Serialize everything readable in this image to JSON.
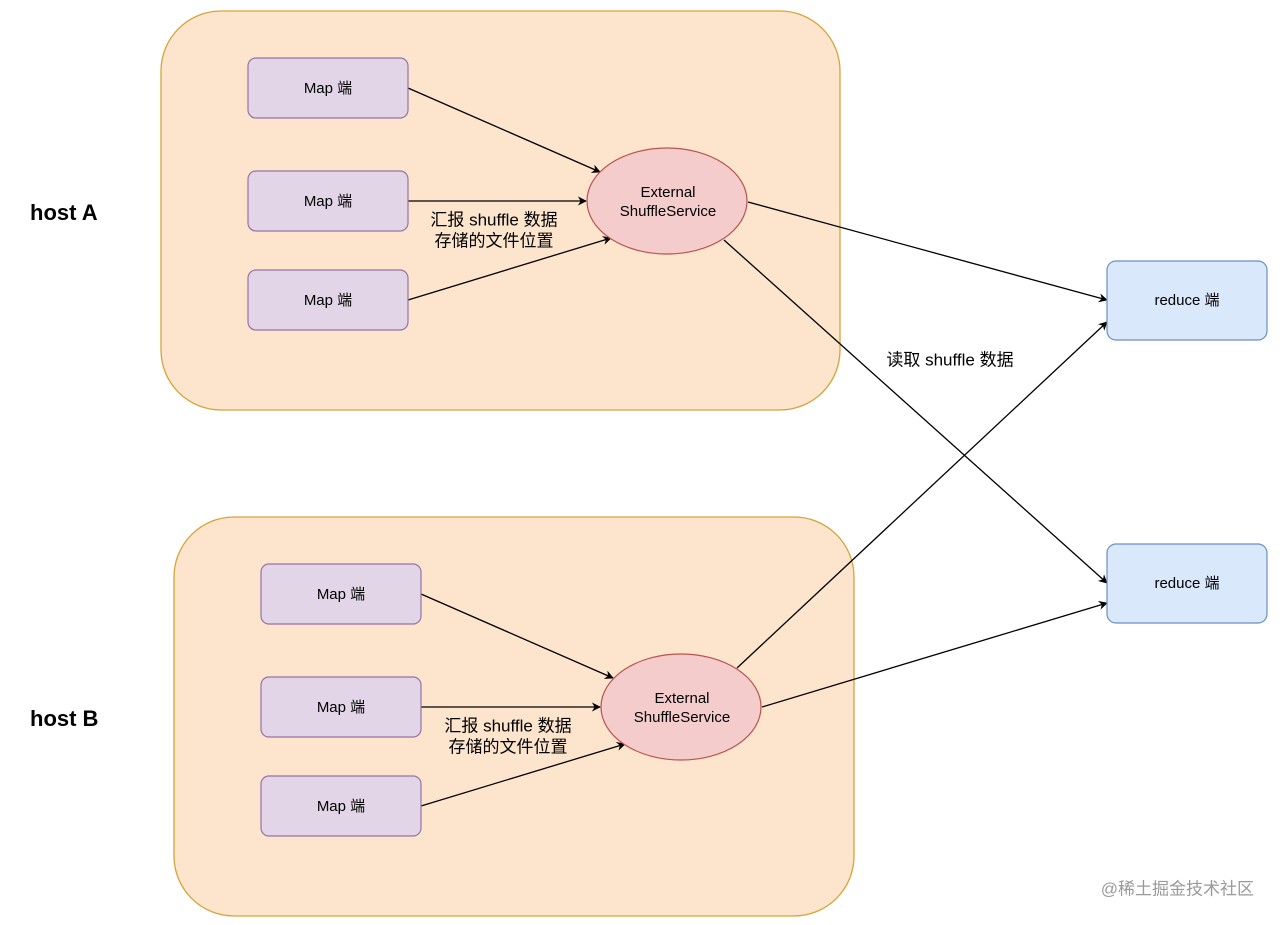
{
  "hosts": [
    {
      "label": "host A",
      "maps": [
        "Map 端",
        "Map 端",
        "Map 端"
      ],
      "service": [
        "External",
        "ShuffleService"
      ],
      "report_label": [
        "汇报 shuffle 数据",
        "存储的文件位置"
      ]
    },
    {
      "label": "host B",
      "maps": [
        "Map 端",
        "Map 端",
        "Map 端"
      ],
      "service": [
        "External",
        "ShuffleService"
      ],
      "report_label": [
        "汇报 shuffle 数据",
        "存储的文件位置"
      ]
    }
  ],
  "reducers": [
    "reduce 端",
    "reduce 端"
  ],
  "read_label": "读取 shuffle 数据",
  "watermark": "@稀土掘金技术社区",
  "colors": {
    "host_fill": "#fce5cc",
    "host_stroke": "#d6a33a",
    "map_fill": "#e1d5e7",
    "map_stroke": "#9673a6",
    "service_fill": "#f4cccc",
    "service_stroke": "#b85450",
    "reduce_fill": "#dae8fc",
    "reduce_stroke": "#6c8ebf"
  }
}
